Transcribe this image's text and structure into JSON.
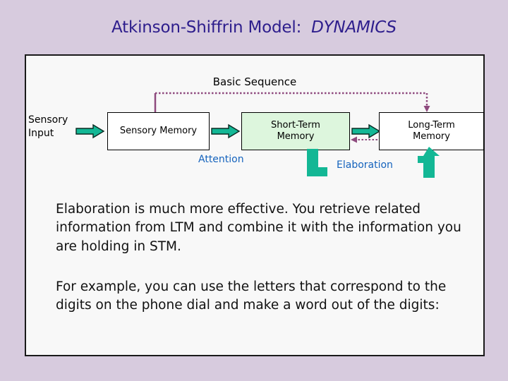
{
  "slide": {
    "title_main": "Atkinson-Shiffrin Model:",
    "title_emphasis": "DYNAMICS",
    "title_color": "#2d1d8c",
    "background_color": "#d7cbde",
    "panel_background": "#f8f8f8",
    "panel_border_color": "#1a1a1a"
  },
  "diagram": {
    "sequence_label": "Basic Sequence",
    "sensory_input_label": "Sensory\nInput",
    "boxes": [
      {
        "id": "sensory-memory",
        "label": "Sensory Memory",
        "fill": "#ffffff"
      },
      {
        "id": "short-term",
        "label": "Short-Term\nMemory",
        "fill": "#ddf6dd"
      },
      {
        "id": "long-term",
        "label": "Long-Term\nMemory",
        "fill": "#ffffff"
      }
    ],
    "annotations": [
      {
        "id": "attention",
        "label": "Attention",
        "color": "#1563bd"
      },
      {
        "id": "elaboration",
        "label": "Elaboration",
        "color": "#1563bd"
      }
    ],
    "arrow_color": "#13b795",
    "arrow_outline_color": "#0a2a22",
    "connector_color": "#8e4a7e"
  },
  "body": {
    "paragraph_1": "Elaboration is much more effective.  You retrieve related information from LTM and combine it with the information you are holding in STM.",
    "paragraph_2": "For example, you can use the letters that correspond to the digits on the phone dial and make a word out of the digits:"
  }
}
